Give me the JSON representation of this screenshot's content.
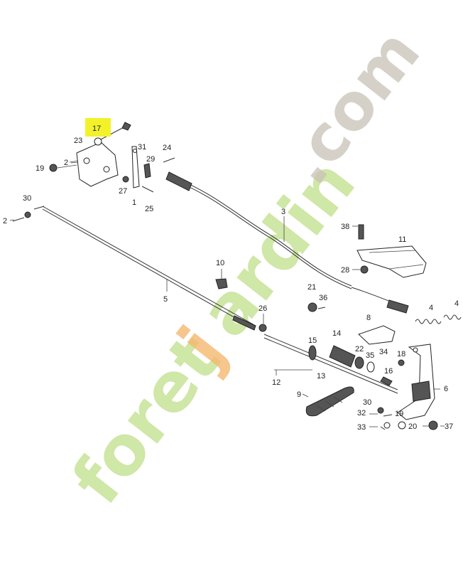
{
  "diagram": {
    "highlighted_part": "17",
    "highlight_color": "#f3f22a",
    "labels": [
      "17",
      "23",
      "2",
      "19",
      "31",
      "29",
      "24",
      "27",
      "1",
      "25",
      "30",
      "2",
      "3",
      "38",
      "11",
      "28",
      "10",
      "5",
      "26",
      "21",
      "36",
      "4",
      "4",
      "8",
      "15",
      "14",
      "22",
      "34",
      "35",
      "18",
      "16",
      "13",
      "12",
      "6",
      "9",
      "30",
      "32",
      "19",
      "33",
      "20",
      "37"
    ]
  },
  "watermark": {
    "part1": "foret",
    "part2": "j",
    "part3": "ardin",
    "part4": ".com",
    "green": "#bfe08a",
    "orange": "#f5b870",
    "gray": "#c9c2b6"
  }
}
